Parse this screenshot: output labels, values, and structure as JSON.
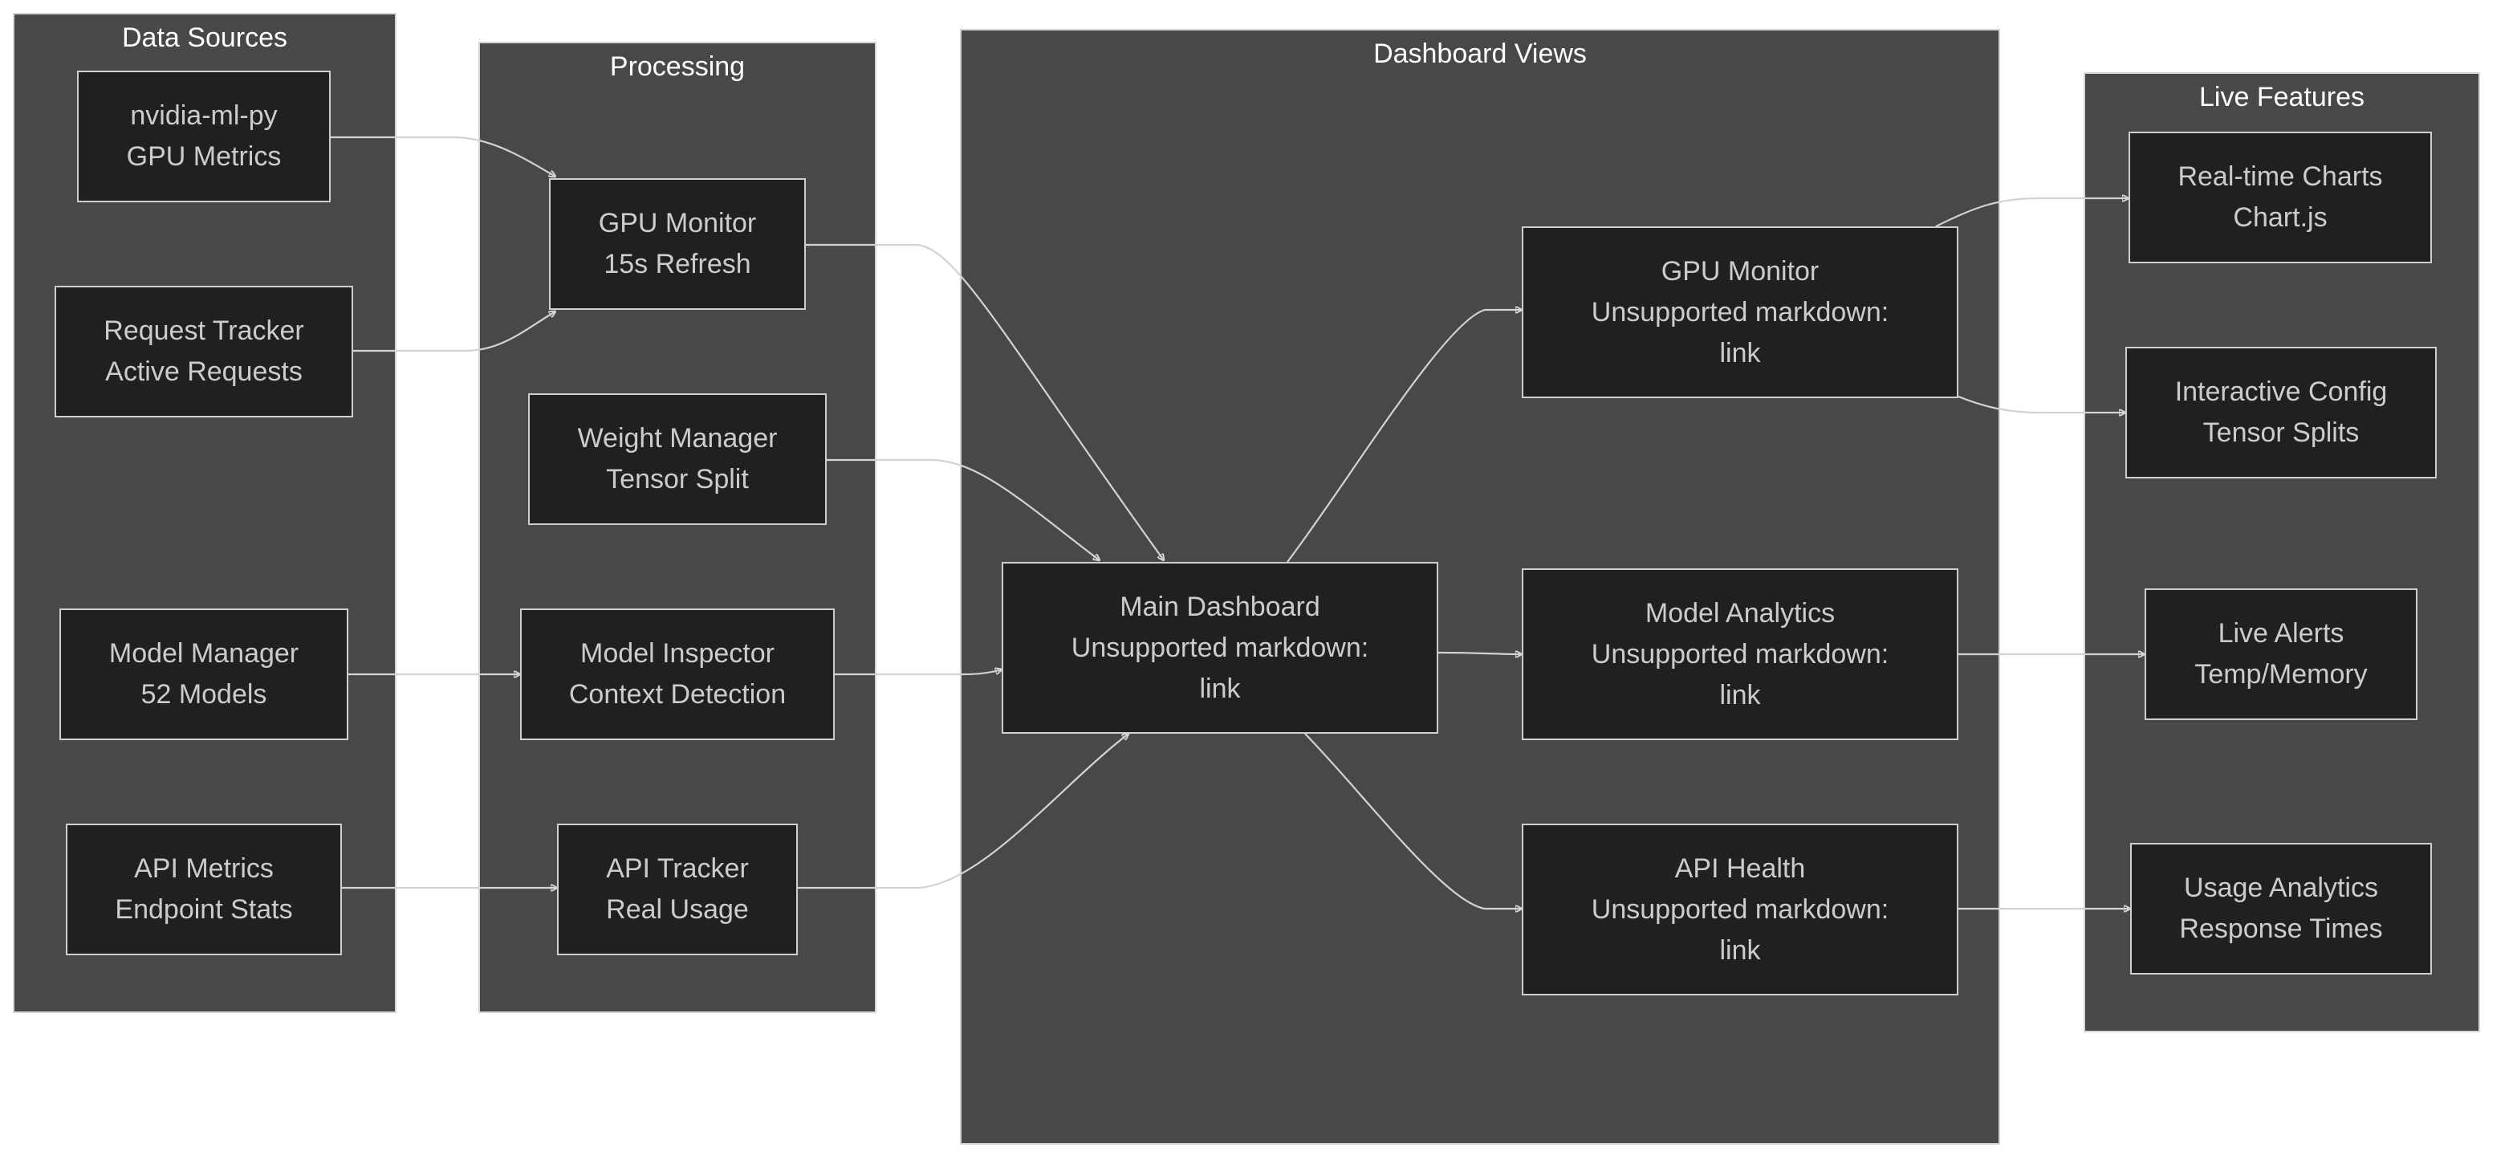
{
  "colors": {
    "background": "#ffffff",
    "group_fill": "#484848",
    "node_fill": "#1f2020",
    "node_border": "#cfcfcf",
    "node_text": "#cccccc",
    "group_title": "#ffffff",
    "edge": "#d3d3d3"
  },
  "groups": {
    "data_sources": {
      "title": "Data Sources"
    },
    "processing": {
      "title": "Processing"
    },
    "dashboard_views": {
      "title": "Dashboard Views"
    },
    "live_features": {
      "title": "Live Features"
    }
  },
  "nodes": {
    "nvidia_ml_py": {
      "line1": "nvidia-ml-py",
      "line2": "GPU Metrics"
    },
    "request_tracker": {
      "line1": "Request Tracker",
      "line2": "Active Requests"
    },
    "model_manager": {
      "line1": "Model Manager",
      "line2": "52 Models"
    },
    "api_metrics": {
      "line1": "API Metrics",
      "line2": "Endpoint Stats"
    },
    "gpu_monitor_proc": {
      "line1": "GPU Monitor",
      "line2": "15s Refresh"
    },
    "weight_manager": {
      "line1": "Weight Manager",
      "line2": "Tensor Split"
    },
    "model_inspector": {
      "line1": "Model Inspector",
      "line2": "Context Detection"
    },
    "api_tracker": {
      "line1": "API Tracker",
      "line2": "Real Usage"
    },
    "main_dashboard": {
      "line1": "Main Dashboard",
      "line2": "Unsupported markdown:",
      "line3": "link"
    },
    "gpu_monitor_view": {
      "line1": "GPU Monitor",
      "line2": "Unsupported markdown:",
      "line3": "link"
    },
    "model_analytics": {
      "line1": "Model Analytics",
      "line2": "Unsupported markdown:",
      "line3": "link"
    },
    "api_health": {
      "line1": "API Health",
      "line2": "Unsupported markdown:",
      "line3": "link"
    },
    "realtime_charts": {
      "line1": "Real-time Charts",
      "line2": "Chart.js"
    },
    "interactive_config": {
      "line1": "Interactive Config",
      "line2": "Tensor Splits"
    },
    "live_alerts": {
      "line1": "Live Alerts",
      "line2": "Temp/Memory"
    },
    "usage_analytics": {
      "line1": "Usage Analytics",
      "line2": "Response Times"
    }
  },
  "edges": [
    {
      "from": "nvidia_ml_py",
      "to": "gpu_monitor_proc"
    },
    {
      "from": "request_tracker",
      "to": "gpu_monitor_proc"
    },
    {
      "from": "model_manager",
      "to": "model_inspector"
    },
    {
      "from": "api_metrics",
      "to": "api_tracker"
    },
    {
      "from": "gpu_monitor_proc",
      "to": "main_dashboard"
    },
    {
      "from": "weight_manager",
      "to": "main_dashboard"
    },
    {
      "from": "model_inspector",
      "to": "main_dashboard"
    },
    {
      "from": "api_tracker",
      "to": "main_dashboard"
    },
    {
      "from": "main_dashboard",
      "to": "gpu_monitor_view"
    },
    {
      "from": "main_dashboard",
      "to": "model_analytics"
    },
    {
      "from": "main_dashboard",
      "to": "api_health"
    },
    {
      "from": "gpu_monitor_view",
      "to": "realtime_charts"
    },
    {
      "from": "gpu_monitor_view",
      "to": "interactive_config"
    },
    {
      "from": "model_analytics",
      "to": "live_alerts"
    },
    {
      "from": "api_health",
      "to": "usage_analytics"
    }
  ]
}
